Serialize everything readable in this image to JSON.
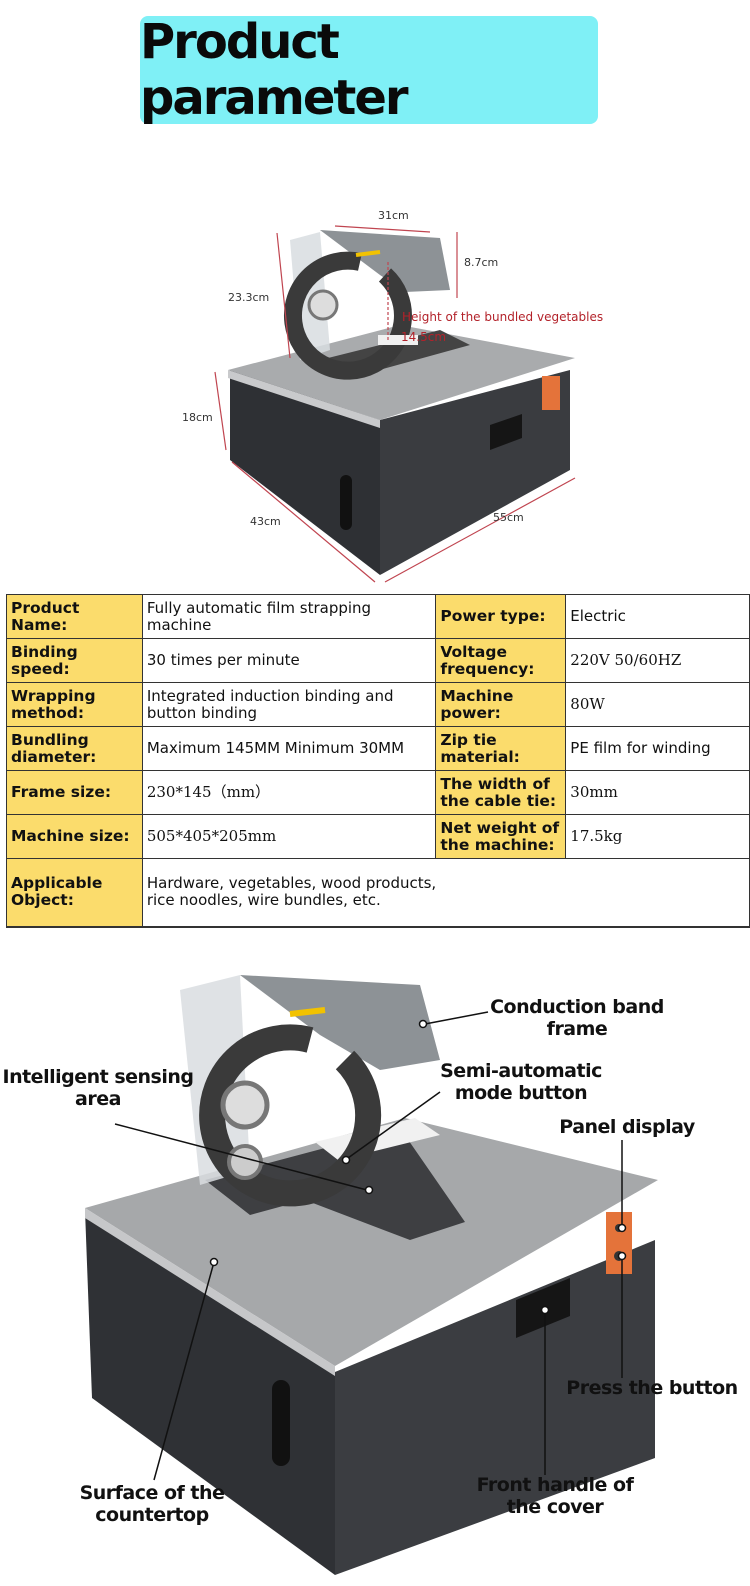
{
  "banner": {
    "title": "Product parameter"
  },
  "dimensions": {
    "width_top": "31cm",
    "height_head": "8.7cm",
    "height_total": "23.3cm",
    "bundle_label": "Height of the bundled vegetables",
    "bundle_height": "14.5cm",
    "base_height": "18cm",
    "depth": "43cm",
    "length": "55cm"
  },
  "specs": [
    {
      "k1": "Product Name:",
      "v1": "Fully automatic film strapping machine",
      "k2": "Power type:",
      "v2": "Electric"
    },
    {
      "k1": "Binding speed:",
      "v1": "30 times per minute",
      "k2": "Voltage frequency:",
      "v2": "220V 50/60HZ"
    },
    {
      "k1": "Wrapping method:",
      "v1": "Integrated induction binding and button binding",
      "k2": "Machine power:",
      "v2": "80W"
    },
    {
      "k1": "Bundling diameter:",
      "v1": "Maximum 145MM Minimum 30MM",
      "k2": "Zip tie material:",
      "v2": "PE film for winding"
    },
    {
      "k1": "Frame size:",
      "v1": "230*145（mm）",
      "k2": "The width of the cable tie:",
      "v2": "30mm"
    },
    {
      "k1": "Machine size:",
      "v1": "505*405*205mm",
      "k2": "Net weight of the machine:",
      "v2": "17.5kg"
    },
    {
      "k1": "Applicable Object:",
      "v1": "Hardware, vegetables, wood products, rice noodles, wire bundles, etc."
    }
  ],
  "callouts": {
    "conduction": "Conduction band frame",
    "sensing": "Intelligent sensing area",
    "semi": "Semi-automatic mode button",
    "panel": "Panel display",
    "press": "Press the button",
    "surface": "Surface of the countertop",
    "handle": "Front handle of the cover"
  },
  "colors": {
    "banner": "#7ff0f6",
    "table_key": "#fbdc6c",
    "dim_red": "#b3222a",
    "panel_orange": "#e4733a"
  }
}
